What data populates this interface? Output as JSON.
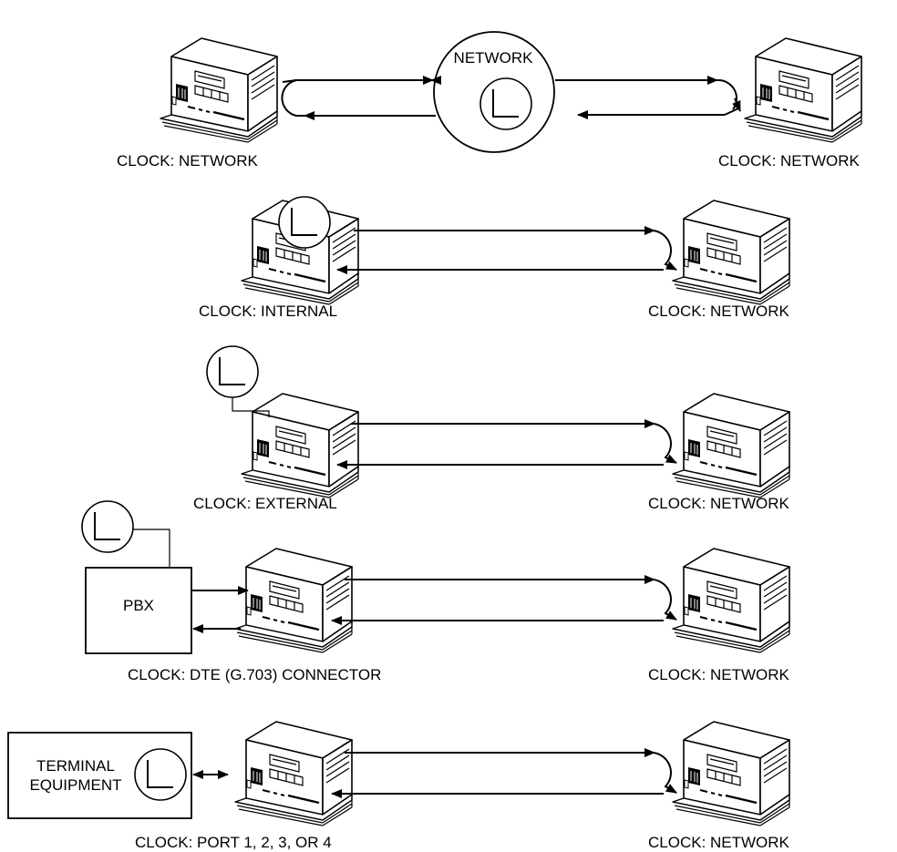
{
  "network_label": "NETWORK",
  "pbx_label": "PBX",
  "terminal_label": [
    "TERMINAL",
    "EQUIPMENT"
  ],
  "rows": [
    {
      "left_label": "CLOCK: NETWORK",
      "right_label": "CLOCK: NETWORK"
    },
    {
      "left_label": "CLOCK: INTERNAL",
      "right_label": "CLOCK: NETWORK"
    },
    {
      "left_label": "CLOCK: EXTERNAL",
      "right_label": "CLOCK: NETWORK"
    },
    {
      "left_label": "CLOCK: DTE (G.703) CONNECTOR",
      "right_label": "CLOCK: NETWORK"
    },
    {
      "left_label": "CLOCK: PORT 1, 2, 3, OR 4",
      "right_label": "CLOCK: NETWORK"
    }
  ]
}
